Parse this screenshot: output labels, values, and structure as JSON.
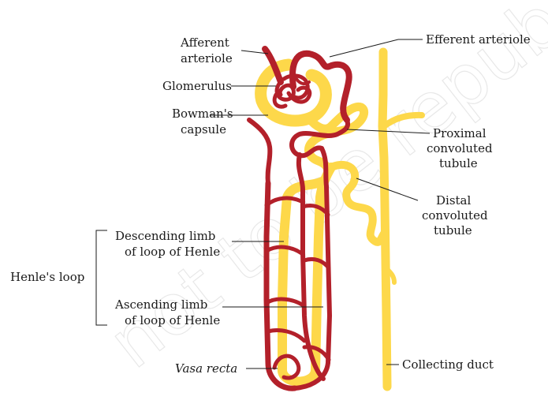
{
  "labels": {
    "afferent_line1": "Afferent",
    "afferent_line2": "arteriole",
    "efferent": "Efferent arteriole",
    "glomerulus": "Glomerulus",
    "bowmans_line1": "Bowman's",
    "bowmans_line2": "capsule",
    "pct_line1": "Proximal",
    "pct_line2": "convoluted",
    "pct_line3": "tubule",
    "dct_line1": "Distal",
    "dct_line2": "convoluted",
    "dct_line3": "tubule",
    "descending_line1": "Descending limb",
    "descending_line2": "of loop of Henle",
    "ascending_line1": "Ascending limb",
    "ascending_line2": "of loop of Henle",
    "henles_loop": "Henle's loop",
    "vasa_recta": "Vasa recta",
    "collecting_duct": "Collecting duct"
  },
  "watermark": "not to be republished © NCERT",
  "colors": {
    "tubule": "#fdd84a",
    "tubule_edge": "#e8bf20",
    "vessel": "#b3202a",
    "vessel_dark": "#7a0f16"
  }
}
